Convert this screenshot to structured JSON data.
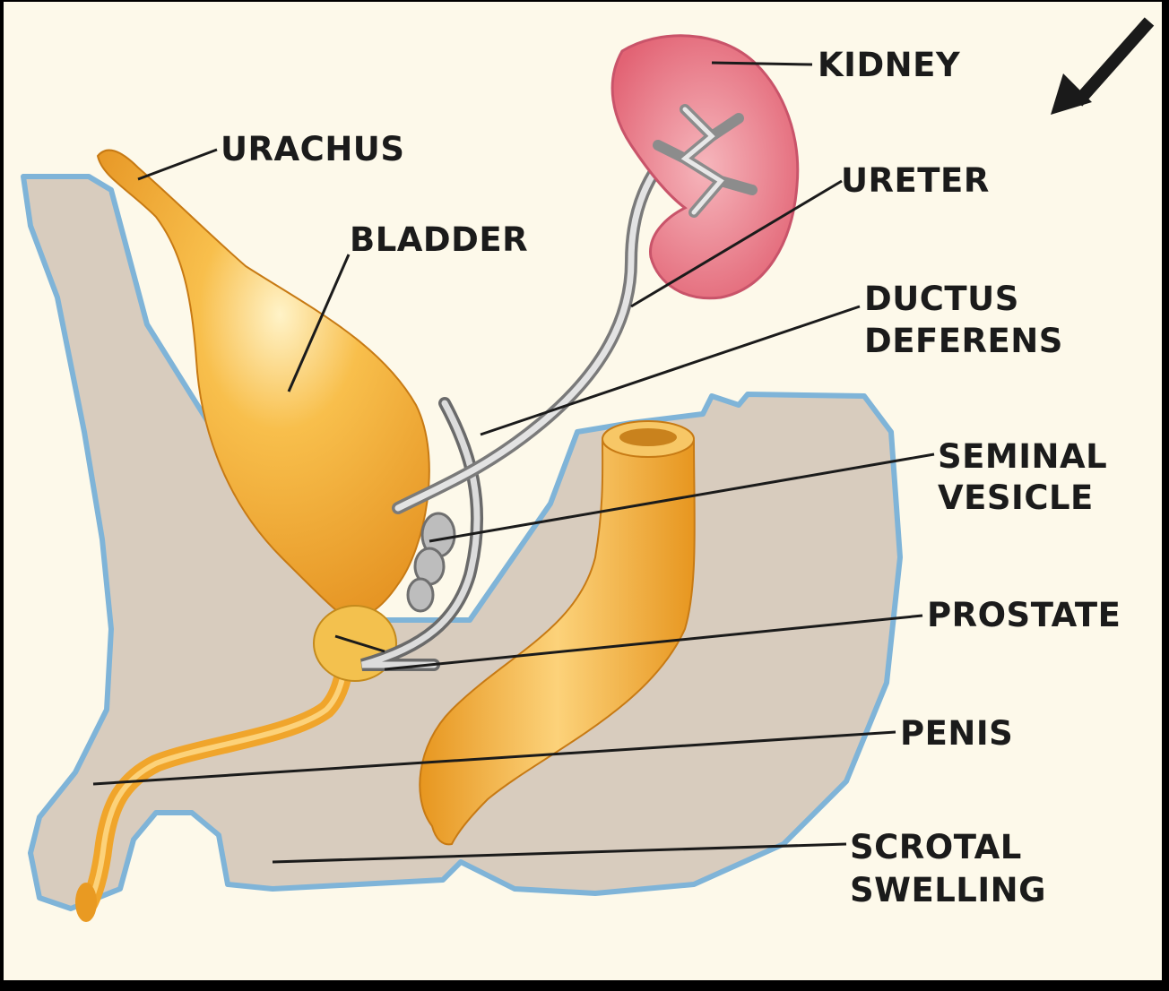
{
  "labels": {
    "kidney": "KIDNEY",
    "urachus": "URACHUS",
    "ureter": "URETER",
    "bladder": "BLADDER",
    "ductus_line1": "DUCTUS",
    "ductus_line2": "DEFERENS",
    "seminal_line1": "SEMINAL",
    "seminal_line2": "VESICLE",
    "prostate": "PROSTATE",
    "penis": "PENIS",
    "scrotal_line1": "SCROTAL",
    "scrotal_line2": "SWELLING"
  },
  "colors": {
    "background": "#fdf9ea",
    "body_tissue": "#d8ccbe",
    "body_outline": "#7fb4d8",
    "organ": "#f4a92c",
    "kidney": "#e4707e",
    "ureter": "#9a9a9a",
    "label_text": "#1b1b1b"
  },
  "icons": {
    "direction": "arrow-down-left-icon"
  }
}
